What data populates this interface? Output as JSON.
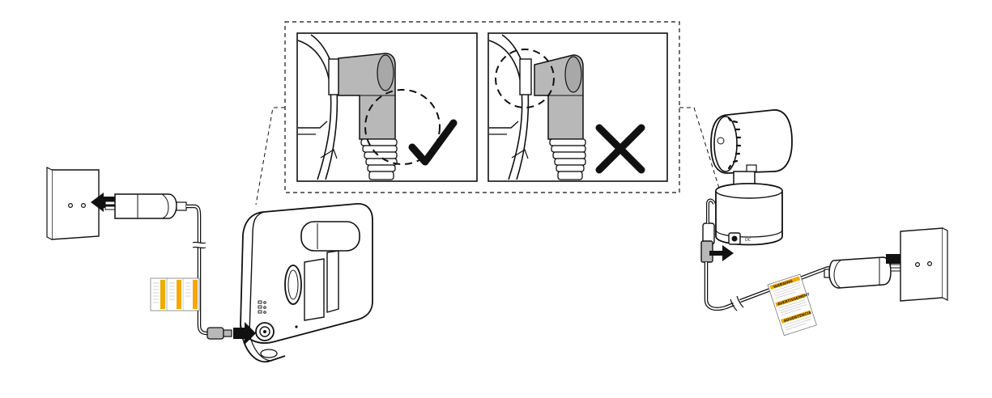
{
  "diagram": {
    "colors": {
      "line": "#111111",
      "plug_grey": "#b8b8b8",
      "warning_yellow": "#f2a900"
    },
    "labels": {
      "warning_tag_1": "WARNING",
      "warning_tag_2": "AVERTISSEMENT",
      "warning_tag_3": "ADVERTENCIA"
    },
    "panels": {
      "correct_mark_icon": "checkmark-icon",
      "incorrect_mark_icon": "x-mark-icon"
    }
  }
}
